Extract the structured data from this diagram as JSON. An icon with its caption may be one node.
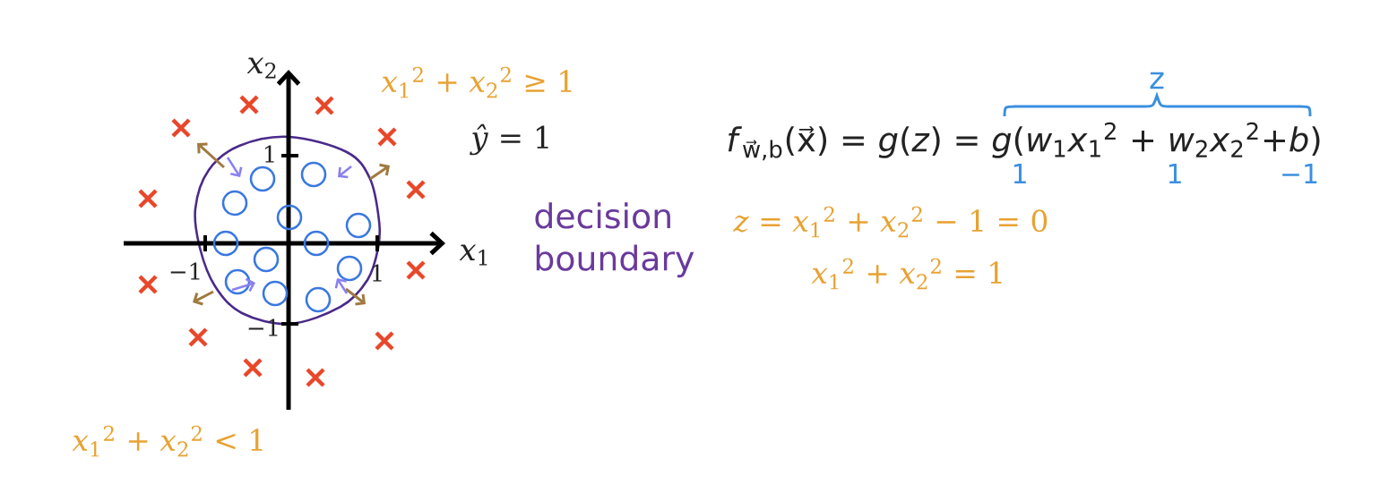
{
  "diagram": {
    "labels": [
      "*x*$_{2}$",
      "*x*$_{1}$$^{2}$ + *x*$_{2}$$^{2}$ ≥ 1",
      "z",
      "*ŷ* = 1",
      "*f*$_{w⃗,b}$(x⃗) = *g*(*z*) = *g*(*w*$_{1}$*x*$_{1}$$^{2}$ + *w*$_{2}$*x*$_{2}$$^{2}$+*b*)",
      "1",
      "1",
      "1",
      "−1",
      "decision boundary",
      "*z* = *x*$_{1}$$^{2}$ + *x*$_{2}$$^{2}$ − 1 = 0",
      "−1",
      "*x*$_{1}$",
      "1",
      "*x*$_{1}$$^{2}$ + *x*$_{2}$$^{2}$ = 1",
      "−1",
      "*x*$_{1}$$^{2}$ + *x*$_{2}$$^{2}$ < 1"
    ]
  }
}
